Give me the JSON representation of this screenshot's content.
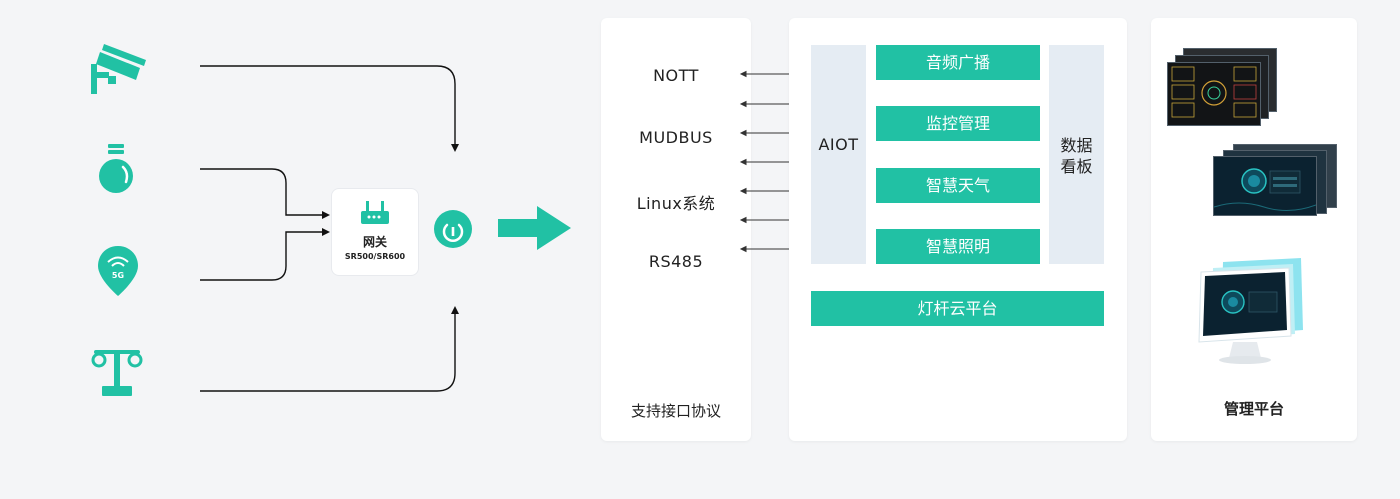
{
  "gateway": {
    "title": "网关",
    "model": "SR500/SR600"
  },
  "devices": [
    {
      "icon": "camera-icon"
    },
    {
      "icon": "light-bulb-icon"
    },
    {
      "icon": "5g-location-icon",
      "badge": "5G"
    },
    {
      "icon": "street-lamp-icon"
    }
  ],
  "protocol_panel": {
    "items": [
      "NOTT",
      "MUDBUS",
      "Linux系统",
      "RS485"
    ],
    "footer": "支持接口协议"
  },
  "platform_panel": {
    "aiot_label": "AIOT",
    "services": [
      "音频广播",
      "监控管理",
      "智慧天气",
      "智慧照明"
    ],
    "dashboard_label_line1": "数据",
    "dashboard_label_line2": "看板",
    "base_label": "灯杆云平台"
  },
  "management_panel": {
    "title": "管理平台"
  },
  "colors": {
    "accent": "#21c1a4",
    "pale": "#e5ecf3",
    "background": "#f4f5f7",
    "panel": "#ffffff"
  }
}
